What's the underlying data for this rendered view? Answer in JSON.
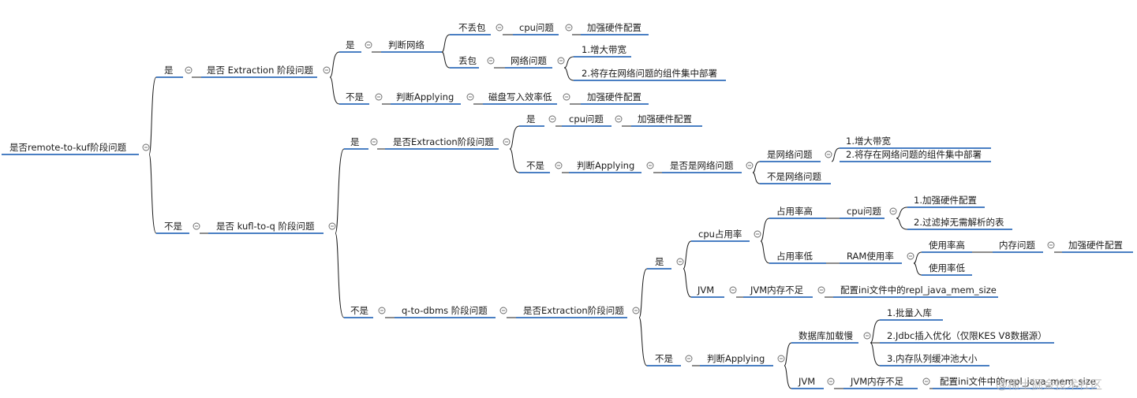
{
  "nodes": {
    "root": "是否remote-to-kuf阶段问题",
    "yes1": "是",
    "ext1": "是否 Extraction 阶段问题",
    "yes2": "是",
    "judgeNet": "判断网络",
    "noLoss": "不丢包",
    "cpu1": "cpu问题",
    "hw1": "加强硬件配置",
    "loss": "丢包",
    "netIssue": "网络问题",
    "bw1": "1.增大带宽",
    "deploy1": "2.将存在网络问题的组件集中部署",
    "no2": "不是",
    "judgeApply1": "判断Applying",
    "diskWrite": "磁盘写入效率低",
    "hw2": "加强硬件配置",
    "no1": "不是",
    "kufl": "是否 kufl-to-q 阶段问题",
    "yes3": "是",
    "ext2": "是否Extraction阶段问题",
    "yes4": "是",
    "cpu2": "cpu问题",
    "hw3": "加强硬件配置",
    "no4": "不是",
    "judgeApply2": "判断Applying",
    "isNet": "是否是网络问题",
    "isNetYes": "是网络问题",
    "bwLine1": "1.增大带宽",
    "bwLine2": "2.将存在网络问题的组件集中部署",
    "notNet": "不是网络问题",
    "no3": "不是",
    "qdbms": "q-to-dbms 阶段问题",
    "ext3": "是否Extraction阶段问题",
    "yes5": "是",
    "cpuUse": "cpu占用率",
    "highUse": "占用率高",
    "cpu3": "cpu问题",
    "hw4": "1.加强硬件配置",
    "filter": "2.过滤掉无需解析的表",
    "lowUse": "占用率低",
    "ramUse": "RAM使用率",
    "highUse2": "使用率高",
    "memIssue": "内存问题",
    "hw5": "加强硬件配置",
    "lowUse2": "使用率低",
    "jvm1": "JVM",
    "jvmLow1": "JVM内存不足",
    "cfg1": "配置ini文件中的repl_java_mem_size",
    "no5": "不是",
    "judgeApply3": "判断Applying",
    "dbSlow": "数据库加载慢",
    "batch": "1.批量入库",
    "jdbc": "2.Jdbc插入优化（仅限KES V8数据源）",
    "queue": "3.内存队列缓冲池大小",
    "jvm2": "JVM",
    "jvmLow2": "JVM内存不足",
    "cfg2": "配置ini文件中的repl_java_mem_size"
  },
  "watermark": "@稀土掘金技术社区",
  "colors": {
    "underline": "#4a7fc3",
    "line": "#1a1a1a",
    "toggle": "#666666"
  }
}
